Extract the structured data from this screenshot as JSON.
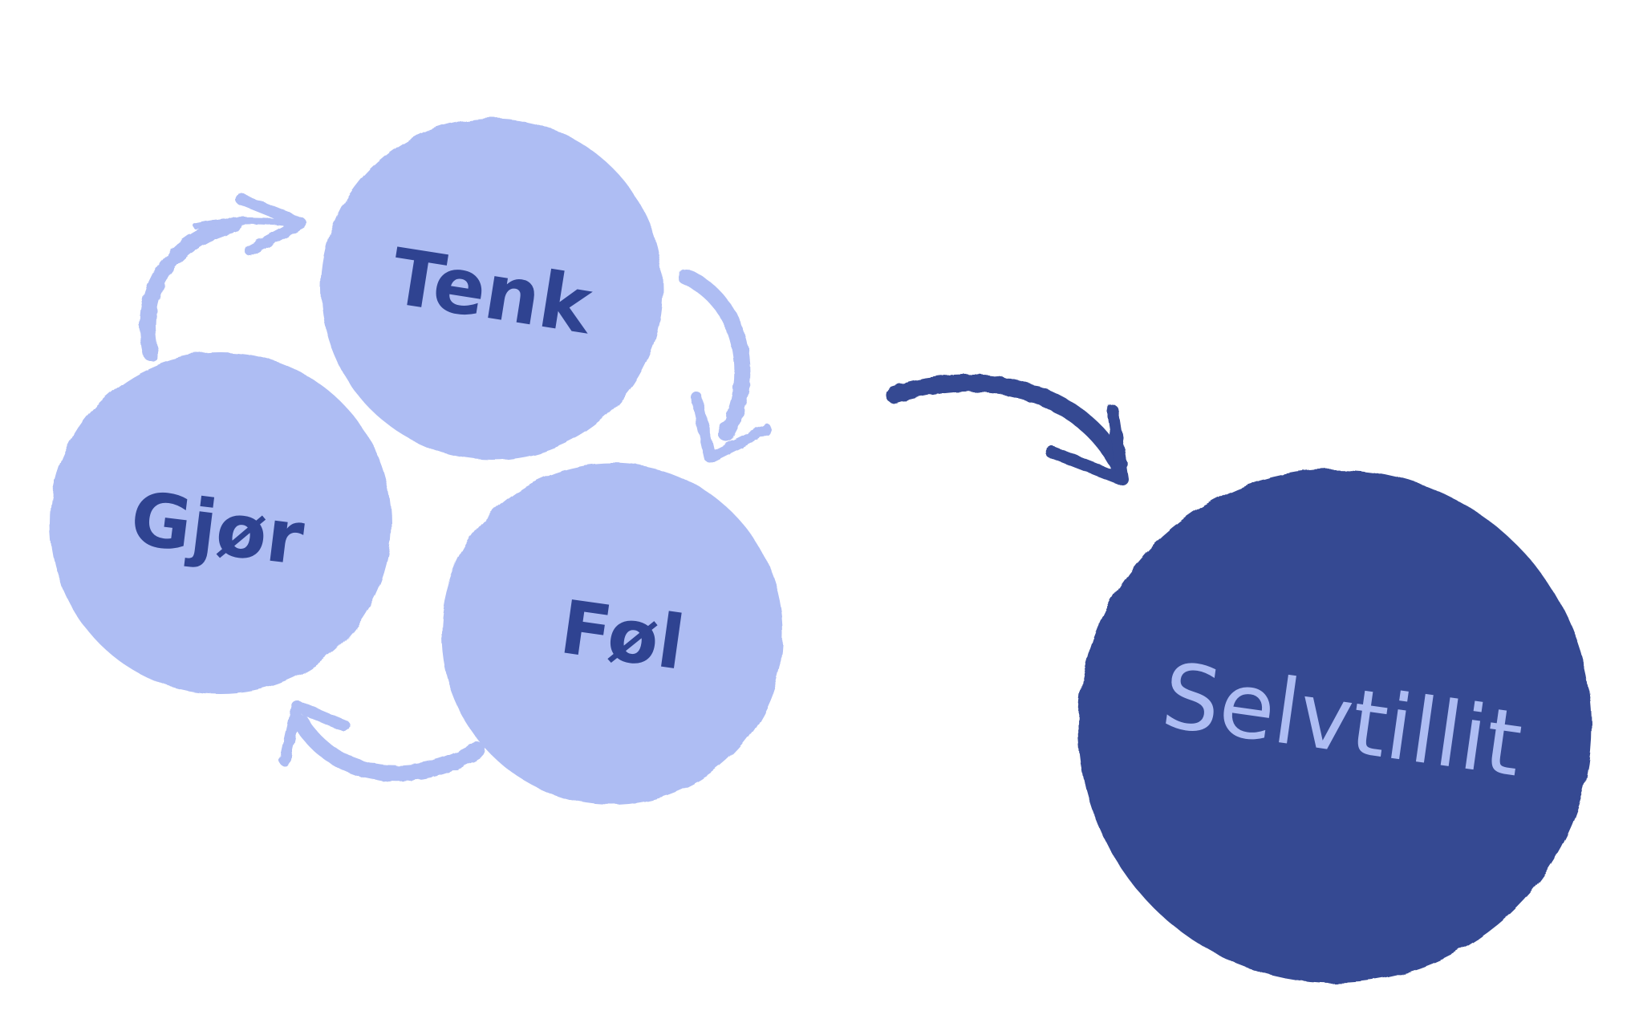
{
  "diagram": {
    "cycle": {
      "nodes": [
        {
          "id": "tenk",
          "label": "Tenk"
        },
        {
          "id": "fol",
          "label": "Føl"
        },
        {
          "id": "gjor",
          "label": "Gjør"
        }
      ],
      "edges": [
        {
          "from": "tenk",
          "to": "fol"
        },
        {
          "from": "fol",
          "to": "gjor"
        },
        {
          "from": "gjor",
          "to": "tenk"
        }
      ]
    },
    "result": {
      "id": "selvtillit",
      "label": "Selvtillit"
    },
    "result_edge": {
      "from": "cycle",
      "to": "selvtillit"
    }
  },
  "colors": {
    "background": "#ffffff",
    "cycle_node_fill": "#aebdf3",
    "cycle_text": "#2f4391",
    "cycle_arrow": "#aebdf3",
    "result_fill": "#344892",
    "result_text": "#aebdf3",
    "result_arrow": "#344892"
  }
}
